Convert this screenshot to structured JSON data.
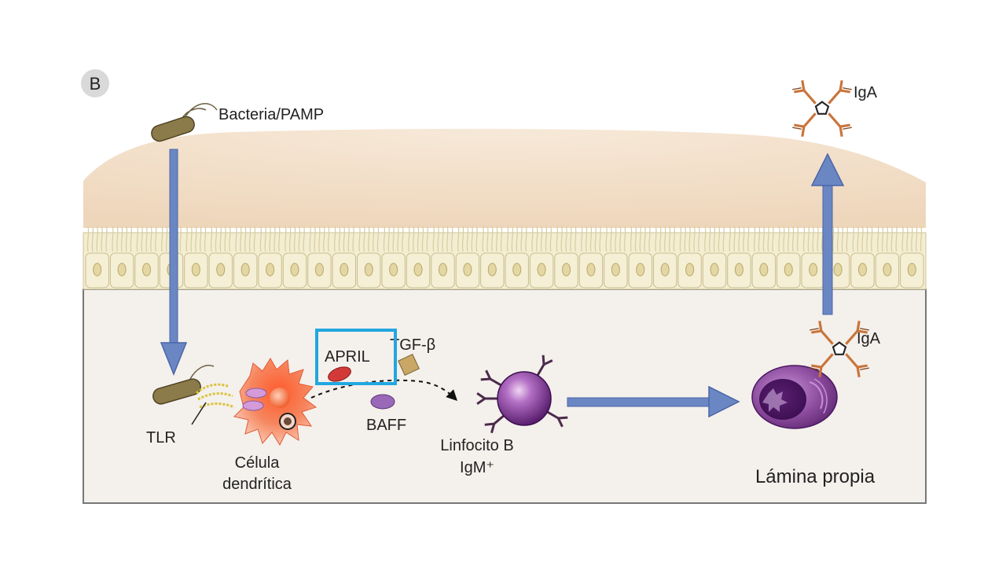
{
  "panel": {
    "letter": "B"
  },
  "labels": {
    "bacteria": "Bacteria/PAMP",
    "iga_top": "IgA",
    "iga_mid": "IgA",
    "april": "APRIL",
    "tgfb": "TGF-β",
    "baff": "BAFF",
    "tlr": "TLR",
    "dendritic_1": "Célula",
    "dendritic_2": "dendrítica",
    "bcell_1": "Linfocito B",
    "bcell_2": "IgM⁺",
    "lamina": "Lámina propia"
  },
  "colors": {
    "arrow_blue": "#6a87c4",
    "arrow_blue_dark": "#4a66a6",
    "highlight_box": "#22a7e0",
    "mucus": "#f2dcc4",
    "epithelium": "#f2eccf",
    "lamina": "#f4f0ec",
    "dendritic": "#f07a5a",
    "bcell": "#7b3a8f",
    "plasma": "#8a4a9c",
    "antibody": "#c9743a",
    "april_mol": "#d23a3a",
    "baff_mol": "#8d5aa8",
    "tgfb_mol": "#c9a867"
  }
}
